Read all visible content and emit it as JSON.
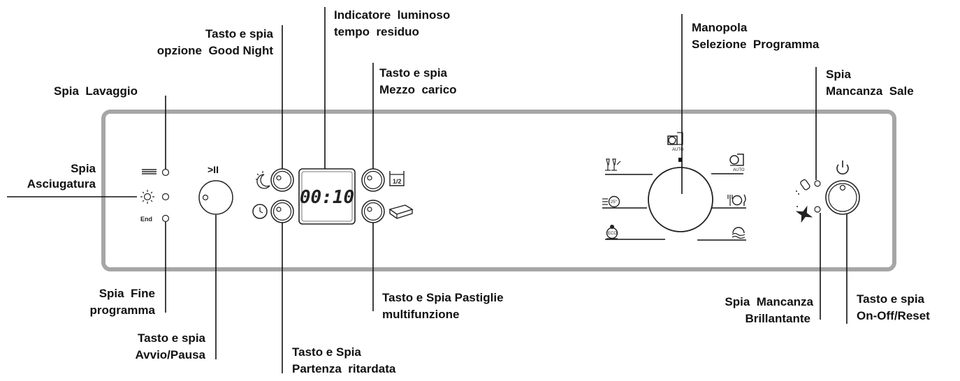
{
  "colors": {
    "panel_border": "#a6a6a6",
    "ink": "#111111",
    "background": "#ffffff"
  },
  "display": {
    "time": "00:10"
  },
  "panel": {
    "end_label": "End",
    "start_pause_symbol": ">II",
    "half_load_symbol": "1/2",
    "program_auto_label": "AUTO",
    "eco_label": "ECO",
    "temp_label": "25°"
  },
  "labels": {
    "spia_lavaggio": "Spia  Lavaggio",
    "spia_asciugatura_1": "Spia",
    "spia_asciugatura_2": "Asciugatura",
    "good_night_1": "Tasto e spia",
    "good_night_2": "opzione  Good Night",
    "tempo_residuo_1": "Indicatore  luminoso",
    "tempo_residuo_2": "tempo  residuo",
    "mezzo_carico_1": "Tasto e spia",
    "mezzo_carico_2": "Mezzo  carico",
    "manopola_1": "Manopola",
    "manopola_2": "Selezione  Programma",
    "mancanza_sale_1": "Spia",
    "mancanza_sale_2": "Mancanza  Sale",
    "fine_programma_1": "Spia  Fine",
    "fine_programma_2": "programma",
    "avvio_pausa_1": "Tasto e spia",
    "avvio_pausa_2": "Avvio/Pausa",
    "partenza_ritardata_1": "Tasto e Spia",
    "partenza_ritardata_2": "Partenza  ritardata",
    "pastiglie_1": "Tasto e Spia Pastiglie",
    "pastiglie_2": "multifunzione",
    "brillantante_1": "Spia  Mancanza",
    "brillantante_2": "Brillantante",
    "onoff_1": "Tasto e spia",
    "onoff_2": "On-Off/Reset"
  }
}
